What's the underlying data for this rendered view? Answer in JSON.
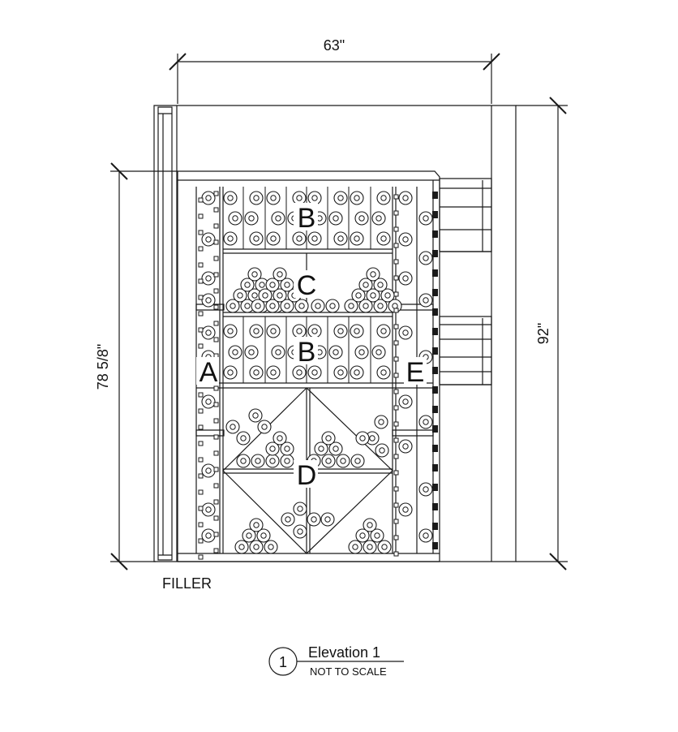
{
  "dimensions": {
    "width": "63\"",
    "height_total": "92\"",
    "height_rack": "78 5/8\""
  },
  "labels": {
    "filler": "FILLER",
    "section_a": "A",
    "section_b_top": "B",
    "section_c": "C",
    "section_b_mid": "B",
    "section_d": "D",
    "section_e": "E"
  },
  "title_block": {
    "number": "1",
    "title": "Elevation 1",
    "scale_note": "NOT TO SCALE"
  },
  "colors": {
    "line": "#1a1a1a",
    "background": "#ffffff"
  }
}
